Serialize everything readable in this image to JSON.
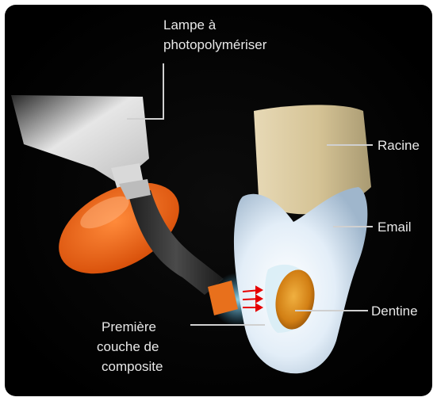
{
  "labels": {
    "lamp": [
      "Lampe à",
      "photopolymériser"
    ],
    "root": "Racine",
    "enamel": "Email",
    "dentin": "Dentine",
    "first_layer": [
      "Première",
      "couche de",
      "composite"
    ]
  },
  "colors": {
    "background": "#000000",
    "frame": "#ffffff",
    "root": "#d6c49a",
    "enamel": "#eaf3fb",
    "dentin": "#d98a1a",
    "shield": "#f06a1c",
    "light_guide": "#2e2e2e",
    "light_tip": "#e8701c",
    "light_rays": "#e60000",
    "leader_lines": "#d0d0d0"
  }
}
